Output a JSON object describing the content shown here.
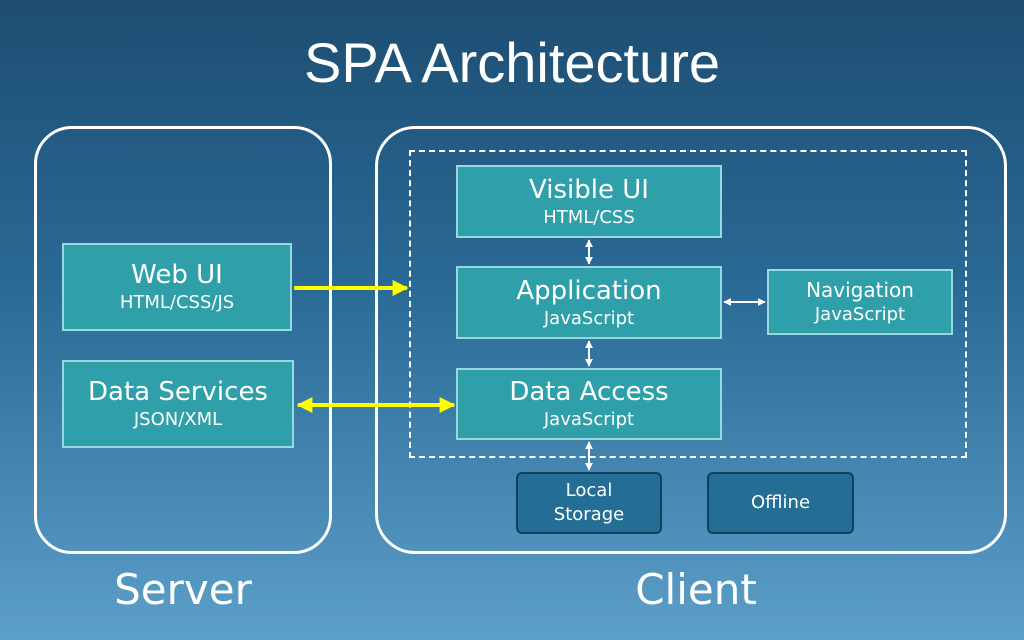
{
  "title": "SPA Architecture",
  "server": {
    "label": "Server",
    "web_ui": {
      "name": "Web UI",
      "tech": "HTML/CSS/JS"
    },
    "data_services": {
      "name": "Data Services",
      "tech": "JSON/XML"
    }
  },
  "client": {
    "label": "Client",
    "visible_ui": {
      "name": "Visible UI",
      "tech": "HTML/CSS"
    },
    "application": {
      "name": "Application",
      "tech": "JavaScript"
    },
    "navigation": {
      "name": "Navigation",
      "tech": "JavaScript"
    },
    "data_access": {
      "name": "Data Access",
      "tech": "JavaScript"
    },
    "local_storage": "Local\nStorage",
    "offline": "Offline"
  },
  "colors": {
    "component_fill": "#2fa0aa",
    "storage_fill": "#246e95",
    "server_client_arrow": "#ffff00",
    "internal_arrow": "#ffffff"
  },
  "connections": [
    {
      "from": "web-ui",
      "to": "client-spa",
      "type": "one-way",
      "color": "yellow"
    },
    {
      "from": "data-services",
      "to": "data-access",
      "type": "two-way",
      "color": "yellow"
    },
    {
      "from": "visible-ui",
      "to": "application",
      "type": "two-way",
      "color": "white"
    },
    {
      "from": "application",
      "to": "navigation",
      "type": "two-way",
      "color": "white"
    },
    {
      "from": "application",
      "to": "data-access",
      "type": "two-way",
      "color": "white"
    },
    {
      "from": "data-access",
      "to": "local-storage",
      "type": "two-way",
      "color": "white"
    }
  ]
}
